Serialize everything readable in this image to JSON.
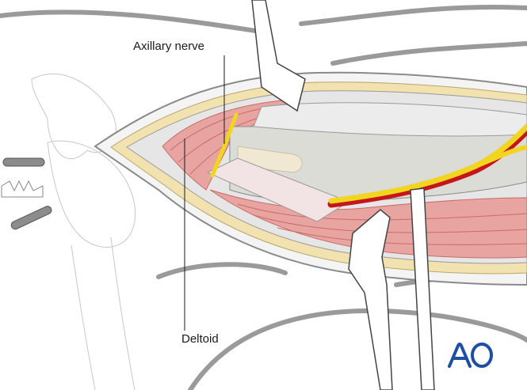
{
  "figure": {
    "type": "surgical-illustration",
    "description": "Deltopectoral/lateral approach to proximal humerus showing axillary nerve beneath deltoid with retractors"
  },
  "labels": {
    "axillary_nerve": "Axillary nerve",
    "deltoid": "Deltoid"
  },
  "logo": {
    "text": "AO",
    "color": "#1f4fa3"
  },
  "colors": {
    "skin_outline": "#8a8a8a",
    "fat": "#f2e2b0",
    "muscle": "#e8a4a0",
    "muscle_dark": "#c96b68",
    "nerve": "#f2d51e",
    "artery": "#c4161c",
    "bone_plate": "#dcdcd6",
    "retractor": "#ffffff"
  }
}
